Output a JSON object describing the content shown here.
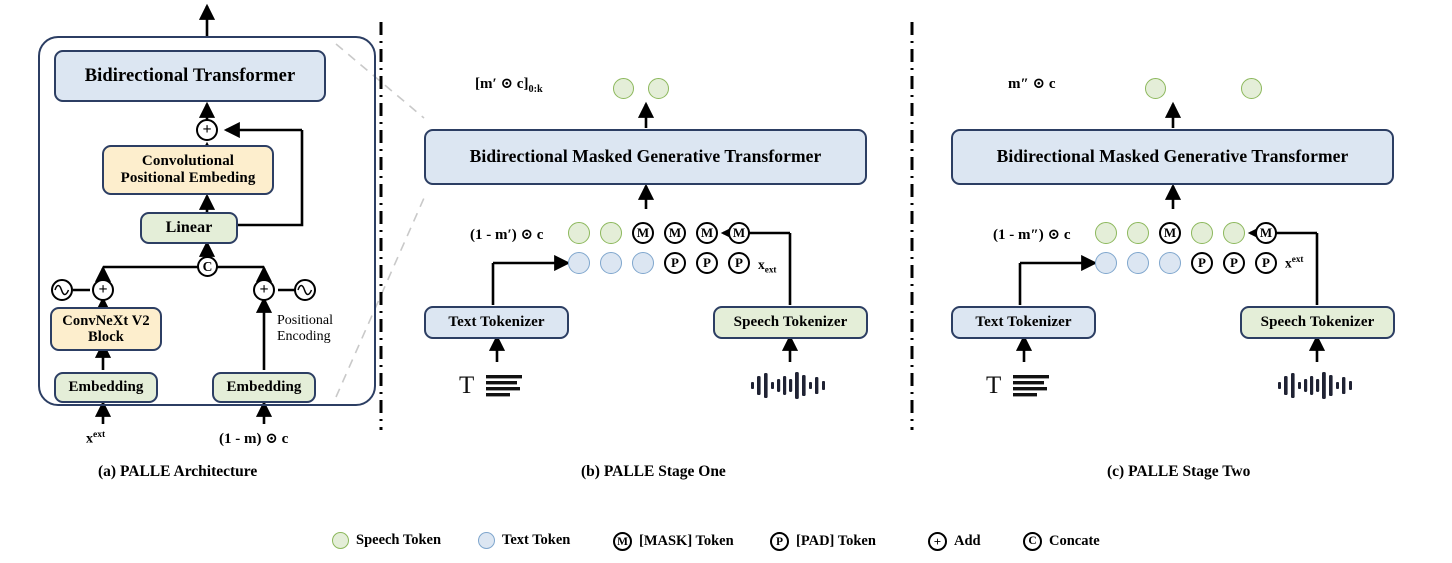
{
  "figure": {
    "panels": [
      {
        "id": "a",
        "caption": "(a)  PALLE Architecture",
        "blocks": [
          {
            "name": "bidirectional-transformer",
            "label": "Bidirectional Transformer",
            "color": "blue"
          },
          {
            "name": "convolutional-positional-embedding",
            "label": "Convolutional\nPositional Embeding",
            "color": "cream"
          },
          {
            "name": "linear",
            "label": "Linear",
            "color": "green"
          },
          {
            "name": "convnext-v2-block",
            "label": "ConvNeXt V2\nBlock",
            "color": "cream"
          },
          {
            "name": "embedding-left",
            "label": "Embedding",
            "color": "green"
          },
          {
            "name": "embedding-right",
            "label": "Embedding",
            "color": "green"
          }
        ],
        "annotations": {
          "positional_encoding": "Positional\nEncoding",
          "input_left": "x^ext",
          "input_right": "(1 - m) ⊙ c"
        },
        "ops": {
          "add": "+",
          "concat": "C",
          "sine": "sine-wave"
        }
      },
      {
        "id": "b",
        "caption": "(b)  PALLE Stage One",
        "transformer_label": "Bidirectional Masked Generative Transformer",
        "output_label": "[m′ ⊙ c]0:k",
        "input_label": "(1 - m′) ⊙ c",
        "text_row_label": "x_ext",
        "text_tokenizer": "Text Tokenizer",
        "speech_tokenizer": "Speech Tokenizer",
        "output_tokens": [
          "speech",
          "speech"
        ],
        "speech_row": [
          "speech",
          "speech",
          "mask",
          "mask",
          "mask",
          "mask"
        ],
        "text_row": [
          "text",
          "text",
          "text",
          "pad",
          "pad",
          "pad"
        ]
      },
      {
        "id": "c",
        "caption": "(c)  PALLE Stage Two",
        "transformer_label": "Bidirectional Masked Generative Transformer",
        "output_label": "m″ ⊙ c",
        "input_label": "(1 - m″) ⊙ c",
        "text_row_label": "x^ext",
        "text_tokenizer": "Text Tokenizer",
        "speech_tokenizer": "Speech Tokenizer",
        "output_tokens": [
          "speech",
          "speech"
        ],
        "speech_row": [
          "speech",
          "speech",
          "mask",
          "speech",
          "speech",
          "mask"
        ],
        "text_row": [
          "text",
          "text",
          "text",
          "pad",
          "pad",
          "pad"
        ]
      }
    ],
    "legend": [
      {
        "name": "speech-token",
        "glyph": "speech",
        "label": "Speech Token"
      },
      {
        "name": "text-token",
        "glyph": "text",
        "label": "Text Token"
      },
      {
        "name": "mask-token",
        "glyph": "M",
        "label": "[MASK] Token"
      },
      {
        "name": "pad-token",
        "glyph": "P",
        "label": "[PAD] Token"
      },
      {
        "name": "add-op",
        "glyph": "+",
        "label": "Add"
      },
      {
        "name": "concat-op",
        "glyph": "C",
        "label": "Concate"
      }
    ],
    "glyphs": {
      "mask": "M",
      "pad": "P",
      "add": "+",
      "concat": "C",
      "odot": "⊙"
    },
    "colors": {
      "blue_fill": "#dce6f2",
      "green_fill": "#e4eed8",
      "cream_fill": "#fdeecd",
      "border": "#2c3e63",
      "speech_ring": "#8cb85c",
      "text_ring": "#7fa6cd",
      "waveform": "#1f2233"
    }
  }
}
